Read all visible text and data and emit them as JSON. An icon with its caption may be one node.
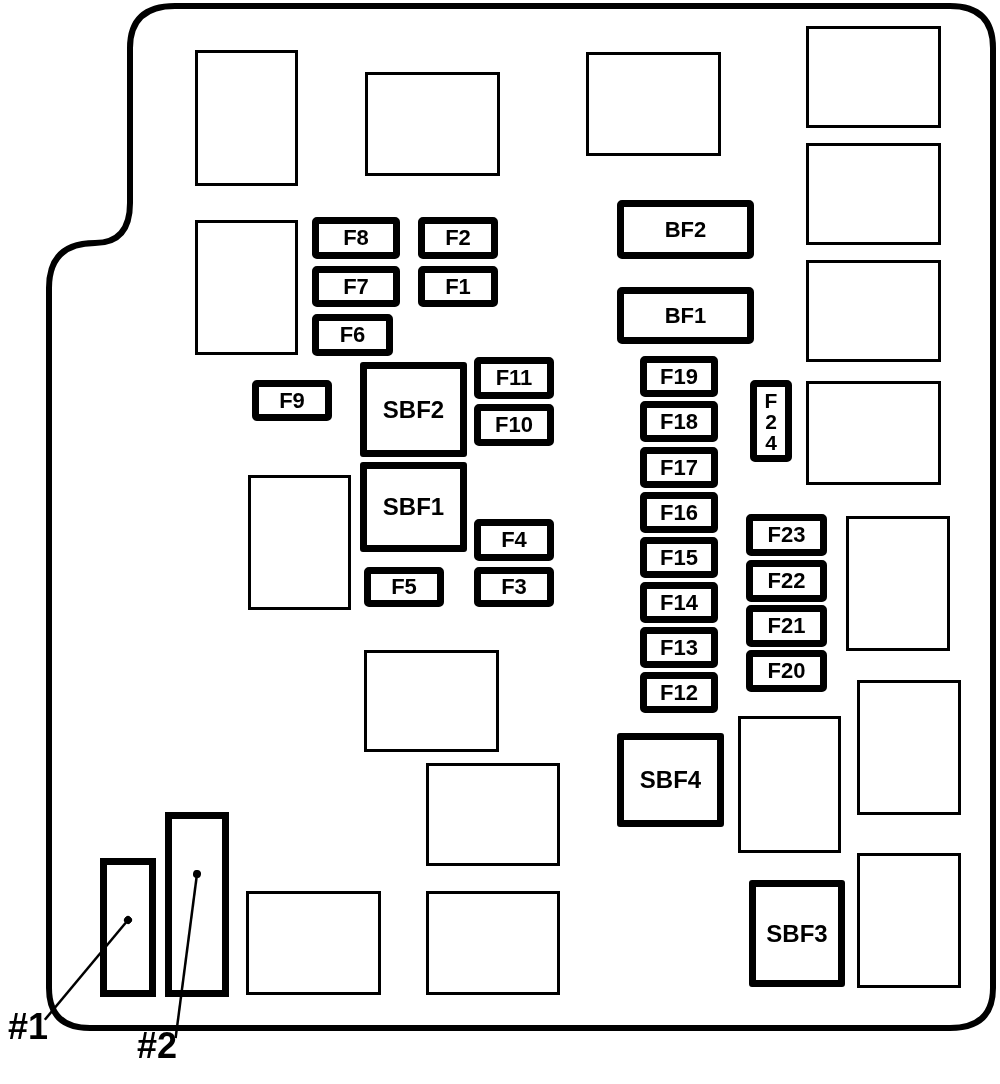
{
  "diagram": {
    "nodes": [
      {
        "text": [],
        "shape": "box"
      },
      {
        "text": [],
        "shape": "box",
        "in": 0
      },
      {
        "text": [],
        "shape": "box",
        "in": 0
      },
      {
        "text": [],
        "shape": "box",
        "in": 0
      },
      {
        "text": [],
        "shape": "box",
        "in": 0
      },
      {
        "text": [],
        "shape": "box",
        "in": 0
      },
      {
        "text": [
          "BF2"
        ],
        "in": 0
      },
      {
        "text": [],
        "shape": "box",
        "in": 0
      },
      {
        "text": [
          "F8"
        ],
        "in": 0
      },
      {
        "text": [
          "F2"
        ],
        "in": 0
      },
      {
        "text": [
          "F7"
        ],
        "in": 0
      },
      {
        "text": [
          "F1"
        ],
        "in": 0
      },
      {
        "text": [],
        "shape": "box",
        "in": 0
      },
      {
        "text": [
          "BF1"
        ],
        "in": 0
      },
      {
        "text": [
          "F6"
        ],
        "in": 0
      },
      {
        "text": [
          "SBF2"
        ],
        "in": 0
      },
      {
        "text": [
          "F11"
        ],
        "in": 0
      },
      {
        "text": [
          "F19"
        ],
        "in": 0
      },
      {
        "text": [
          "F9"
        ],
        "in": 0
      },
      {
        "text": [
          "F24"
        ],
        "in": 0
      },
      {
        "text": [],
        "shape": "box",
        "in": 0
      },
      {
        "text": [
          "F10"
        ],
        "in": 0
      },
      {
        "text": [
          "F18"
        ],
        "in": 0
      },
      {
        "text": [
          "F17"
        ],
        "in": 0
      },
      {
        "text": [
          "SBF1"
        ],
        "in": 0
      },
      {
        "text": [],
        "shape": "box",
        "in": 0
      },
      {
        "text": [
          "F16"
        ],
        "in": 0
      },
      {
        "text": [
          "F23"
        ],
        "in": 0
      },
      {
        "text": [],
        "shape": "box",
        "in": 0
      },
      {
        "text": [
          "F4"
        ],
        "in": 0
      },
      {
        "text": [
          "F15"
        ],
        "in": 0
      },
      {
        "text": [
          "F22"
        ],
        "in": 0
      },
      {
        "text": [
          "F5"
        ],
        "in": 0
      },
      {
        "text": [
          "F3"
        ],
        "in": 0
      },
      {
        "text": [
          "F14"
        ],
        "in": 0
      },
      {
        "text": [
          "F21"
        ],
        "in": 0
      },
      {
        "text": [
          "F13"
        ],
        "in": 0
      },
      {
        "text": [],
        "shape": "box",
        "in": 0
      },
      {
        "text": [
          "F20"
        ],
        "in": 0
      },
      {
        "text": [
          "F12"
        ],
        "in": 0
      },
      {
        "text": [],
        "shape": "box",
        "in": 0
      },
      {
        "text": [],
        "shape": "box",
        "in": 0
      },
      {
        "text": [
          "SBF4"
        ],
        "in": 0
      },
      {
        "text": [],
        "shape": "box",
        "in": 0
      },
      {
        "text": [],
        "shape": "box",
        "in": 0
      },
      {
        "text": [],
        "shape": "box",
        "in": 0
      },
      {
        "text": [],
        "shape": "box",
        "in": 0
      },
      {
        "text": [
          "SBF3"
        ],
        "in": 0
      },
      {
        "text": [],
        "shape": "box",
        "in": 0
      },
      {
        "text": [],
        "shape": "box",
        "in": 0
      },
      {
        "text": [
          "#1"
        ]
      },
      {
        "text": [
          "#2"
        ]
      }
    ],
    "edges": [
      {
        "from": 50,
        "to": 46,
        "arrow": "other"
      },
      {
        "from": 51,
        "to": 44,
        "arrow": "other"
      }
    ]
  }
}
